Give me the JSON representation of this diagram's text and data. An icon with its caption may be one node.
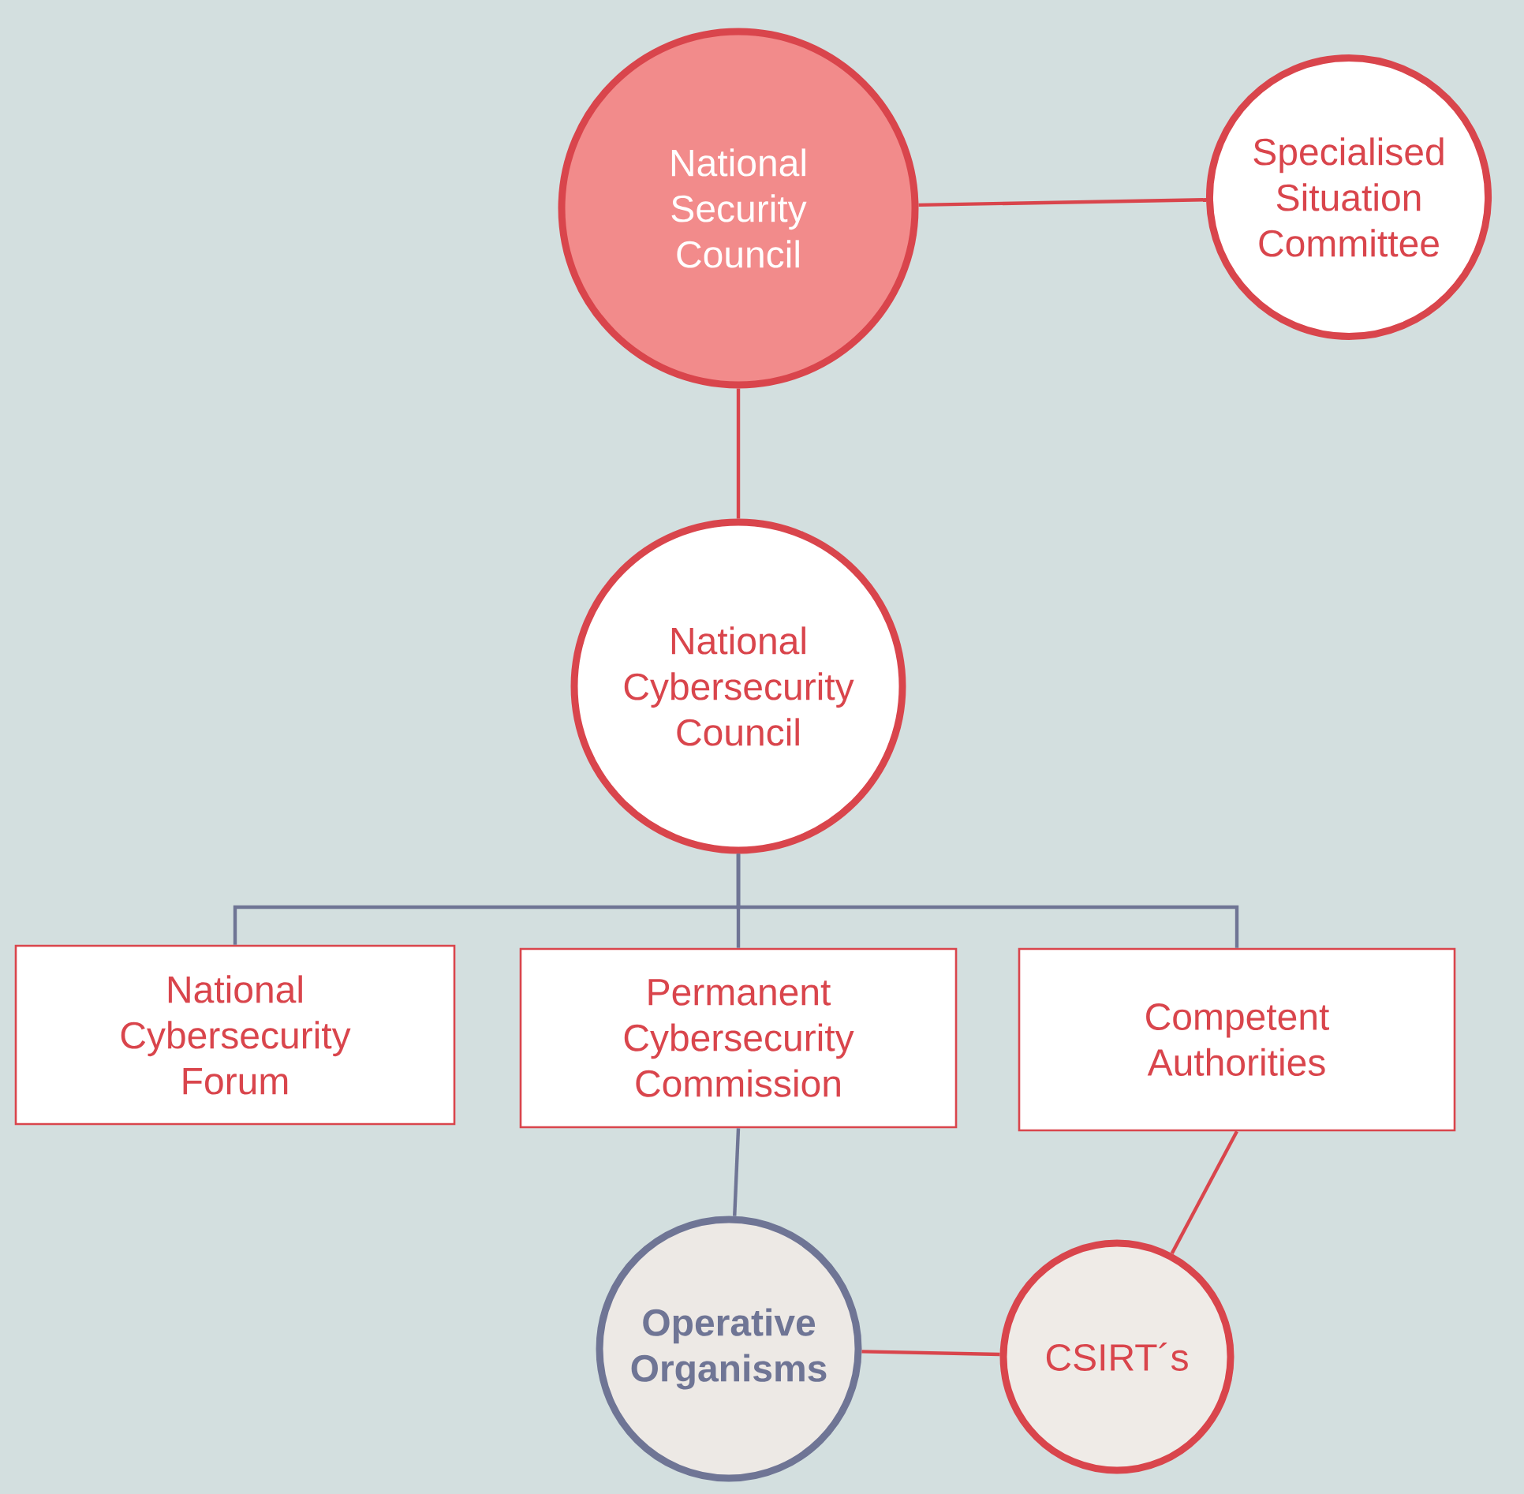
{
  "diagram": {
    "nodes": [
      {
        "text": [
          "National Security Council"
        ]
      },
      {
        "text": [
          "Specialised Situation Committee"
        ]
      },
      {
        "text": [
          "National Cybersecurity Council"
        ]
      },
      {
        "text": [
          "National Cybersecurity Forum"
        ]
      },
      {
        "text": [
          "Permanent Cybersecurity Commission"
        ]
      },
      {
        "text": [
          "Competent Authorities"
        ]
      },
      {
        "text": [
          "Operative Organisms"
        ]
      },
      {
        "text": [
          "CSIRT´s"
        ]
      }
    ],
    "edges": [
      {
        "from": 0,
        "to": 1,
        "arrow": "none",
        "color": "#d9454c"
      },
      {
        "from": 0,
        "to": 2,
        "arrow": "none",
        "color": "#d9454c"
      },
      {
        "from": 2,
        "to": 3,
        "arrow": "none",
        "color": "#6f7595"
      },
      {
        "from": 2,
        "to": 4,
        "arrow": "none",
        "color": "#6f7595"
      },
      {
        "from": 2,
        "to": 5,
        "arrow": "none",
        "color": "#6f7595"
      },
      {
        "from": 4,
        "to": 6,
        "arrow": "none",
        "color": "#6f7595"
      },
      {
        "from": 5,
        "to": 7,
        "arrow": "none",
        "color": "#d9454c"
      },
      {
        "from": 6,
        "to": 7,
        "arrow": "none",
        "color": "#d9454c"
      }
    ]
  }
}
